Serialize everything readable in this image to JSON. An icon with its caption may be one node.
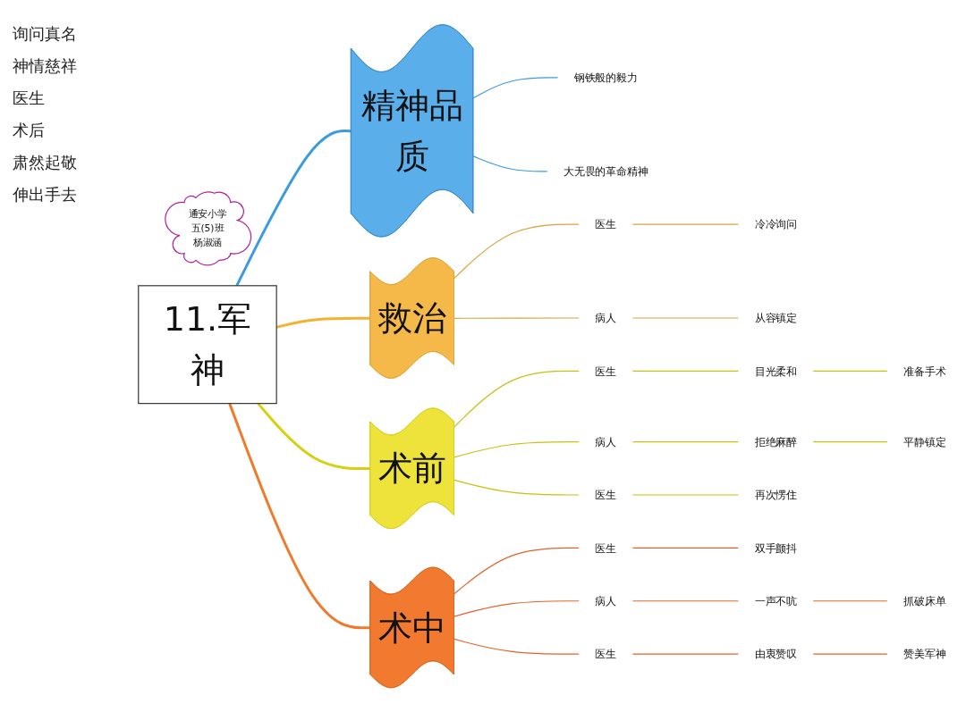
{
  "diagram": {
    "nodes": [
      {
        "text": [
          "11.军神"
        ]
      },
      {
        "text": [
          "精神品质"
        ]
      },
      {
        "text": [
          "钢铁般的毅力"
        ]
      },
      {
        "text": [
          "大无畏的革命精神"
        ]
      },
      {
        "text": [
          "救治"
        ]
      },
      {
        "text": [
          "医生"
        ]
      },
      {
        "text": [
          "冷冷询问"
        ]
      },
      {
        "text": [
          "病人"
        ]
      },
      {
        "text": [
          "从容镇定"
        ]
      },
      {
        "text": [
          "术前"
        ]
      },
      {
        "text": [
          "医生"
        ]
      },
      {
        "text": [
          "目光柔和"
        ]
      },
      {
        "text": [
          "准备手术"
        ]
      },
      {
        "text": [
          "病人"
        ]
      },
      {
        "text": [
          "拒绝麻醉"
        ]
      },
      {
        "text": [
          "平静镇定"
        ]
      },
      {
        "text": [
          "医生"
        ]
      },
      {
        "text": [
          "再次愣住"
        ]
      },
      {
        "text": [
          "术中"
        ]
      },
      {
        "text": [
          "医生"
        ]
      },
      {
        "text": [
          "双手颤抖"
        ]
      },
      {
        "text": [
          "病人"
        ]
      },
      {
        "text": [
          "一声不吭"
        ]
      },
      {
        "text": [
          "抓破床单"
        ]
      },
      {
        "text": [
          "医生"
        ]
      },
      {
        "text": [
          "由衷赞叹"
        ]
      },
      {
        "text": [
          "赞美军神"
        ]
      },
      {
        "text": [
          "通安小学",
          "五(5)班",
          "杨淑涵"
        ]
      }
    ],
    "edges": [
      {
        "from": 0,
        "to": 1,
        "arrow": "none",
        "style": "thick",
        "color": "#3a9be0"
      },
      {
        "from": 1,
        "to": 2,
        "arrow": "none",
        "color": "#3a9be0"
      },
      {
        "from": 1,
        "to": 3,
        "arrow": "none",
        "color": "#3a9be0"
      },
      {
        "from": 0,
        "to": 4,
        "arrow": "none",
        "style": "thick",
        "color": "#f2b233"
      },
      {
        "from": 4,
        "to": 5,
        "arrow": "none",
        "color": "#d9a441"
      },
      {
        "from": 5,
        "to": 6,
        "arrow": "none",
        "color": "#d9a441"
      },
      {
        "from": 4,
        "to": 7,
        "arrow": "none",
        "color": "#d9a441"
      },
      {
        "from": 7,
        "to": 8,
        "arrow": "none",
        "color": "#d9a441"
      },
      {
        "from": 0,
        "to": 9,
        "arrow": "none",
        "style": "thick",
        "color": "#d8cf10"
      },
      {
        "from": 9,
        "to": 10,
        "arrow": "none",
        "color": "#c9c010"
      },
      {
        "from": 10,
        "to": 11,
        "arrow": "none",
        "color": "#c9c010"
      },
      {
        "from": 11,
        "to": 12,
        "arrow": "none",
        "color": "#c9c010"
      },
      {
        "from": 9,
        "to": 13,
        "arrow": "none",
        "color": "#c9c010"
      },
      {
        "from": 13,
        "to": 14,
        "arrow": "none",
        "color": "#c9c010"
      },
      {
        "from": 14,
        "to": 15,
        "arrow": "none",
        "color": "#c9c010"
      },
      {
        "from": 9,
        "to": 16,
        "arrow": "none",
        "color": "#c9c010"
      },
      {
        "from": 16,
        "to": 17,
        "arrow": "none",
        "color": "#c9c010"
      },
      {
        "from": 0,
        "to": 18,
        "arrow": "none",
        "style": "thick",
        "color": "#f07a2a"
      },
      {
        "from": 18,
        "to": 19,
        "arrow": "none",
        "color": "#e0642a"
      },
      {
        "from": 19,
        "to": 20,
        "arrow": "none",
        "color": "#e0642a"
      },
      {
        "from": 18,
        "to": 21,
        "arrow": "none",
        "color": "#e0642a"
      },
      {
        "from": 21,
        "to": 22,
        "arrow": "none",
        "color": "#e0642a"
      },
      {
        "from": 22,
        "to": 23,
        "arrow": "none",
        "color": "#e0642a"
      },
      {
        "from": 18,
        "to": 24,
        "arrow": "none",
        "color": "#e0642a"
      },
      {
        "from": 24,
        "to": 25,
        "arrow": "none",
        "color": "#e0642a"
      },
      {
        "from": 25,
        "to": 26,
        "arrow": "none",
        "color": "#e0642a"
      }
    ],
    "labels": [
      "询问真名",
      "神情慈祥",
      "医生",
      "术后",
      "肃然起敬",
      "伸出手去"
    ]
  }
}
